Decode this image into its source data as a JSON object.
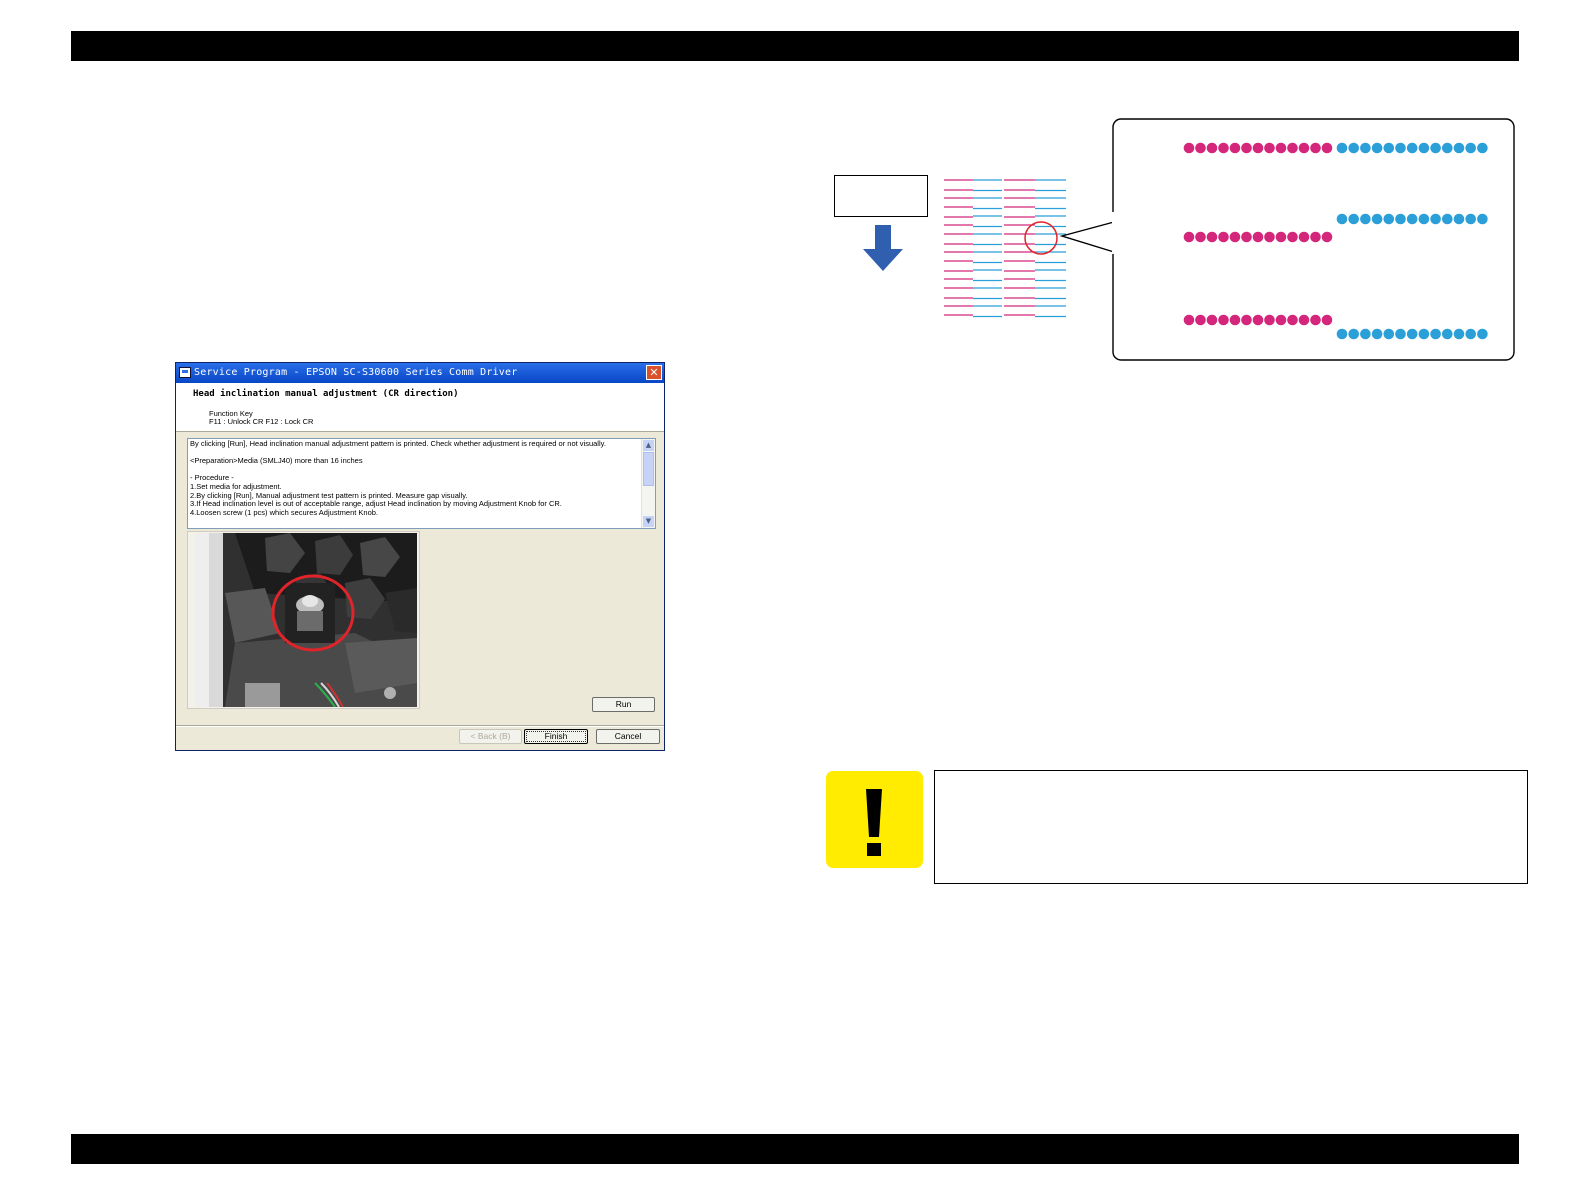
{
  "dialog": {
    "title": "Service Program - EPSON SC-S30600 Series Comm Driver",
    "close_glyph": "✕",
    "heading": "Head inclination manual adjustment (CR direction)",
    "function_key_label": "Function Key",
    "function_keys": "F11 : Unlock CR   F12 : Lock CR",
    "description": "By clicking [Run], Head inclination manual adjustment pattern is printed. Check whether adjustment is required or not visually.\n\n<Preparation>Media (SMLJ40) more than 16 inches\n\n- Procedure -\n1.Set media for adjustment.\n2.By clicking [Run], Manual adjustment test pattern is printed. Measure gap visually.\n3.If Head inclination level is out of acceptable range, adjust Head inclination by moving Adjustment Knob for CR.\n4.Loosen screw (1 pcs) which secures Adjustment Knob.",
    "scroll_up": "▲",
    "scroll_down": "▼",
    "buttons": {
      "run": "Run",
      "back": "< Back (B)",
      "finish": "Finish",
      "cancel": "Cancel"
    }
  },
  "colors": {
    "magenta": "#d4267a",
    "cyan": "#2b9fd8",
    "arrow_blue": "#2f5fae",
    "caution_yellow": "#ffec00",
    "highlight_red": "#e0242a"
  },
  "caution": {
    "symbol": "!"
  }
}
